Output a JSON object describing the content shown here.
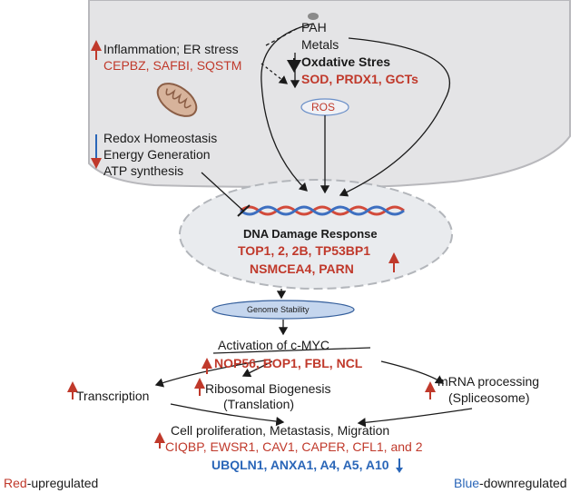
{
  "top_sources": {
    "pah": "PAH",
    "metals": "Metals"
  },
  "stress": {
    "inflammation": "Inflammation; ER stress",
    "inflammation_genes": "CEPBZ, SAFBI, SQSTM",
    "oxidative": "Oxdative Stres",
    "oxidative_genes": "SOD, PRDX1, GCTs",
    "ros": "ROS"
  },
  "down_processes": {
    "redox": "Redox Homeostasis",
    "energy": "Energy Generation",
    "atp": "ATP synthesis"
  },
  "ddr": {
    "title": "DNA Damage Response",
    "genes_line1": "TOP1, 2, 2B, TP53BP1",
    "genes_line2": "NSMCEA4, PARN"
  },
  "genome": {
    "label": "Genome Stability"
  },
  "myc": {
    "title": "Activation of c-MYC",
    "genes": "NOP56, BOP1, FBL, NCL"
  },
  "branches": {
    "transcription": "Transcription",
    "ribosomal_line1": "Ribosomal Biogenesis",
    "ribosomal_line2": "(Translation)",
    "mrna_line1": "mRNA processing",
    "mrna_line2": "(Spliceosome)"
  },
  "outcome": {
    "title": "Cell proliferation, Metastasis, Migration",
    "up_genes": "CIQBP, EWSR1, CAV1, CAPER, CFL1, and 2",
    "down_genes": "UBQLN1, ANXA1, A4, A5, A10"
  },
  "legend": {
    "red_word": "Red",
    "red_rest": "-upregulated",
    "blue_word": "Blue",
    "blue_rest": "-downregulated"
  },
  "colors": {
    "up": "#c0392b",
    "down": "#2a66b8",
    "cell": "#e4e4e6",
    "nucleus": "#e9ebee"
  }
}
